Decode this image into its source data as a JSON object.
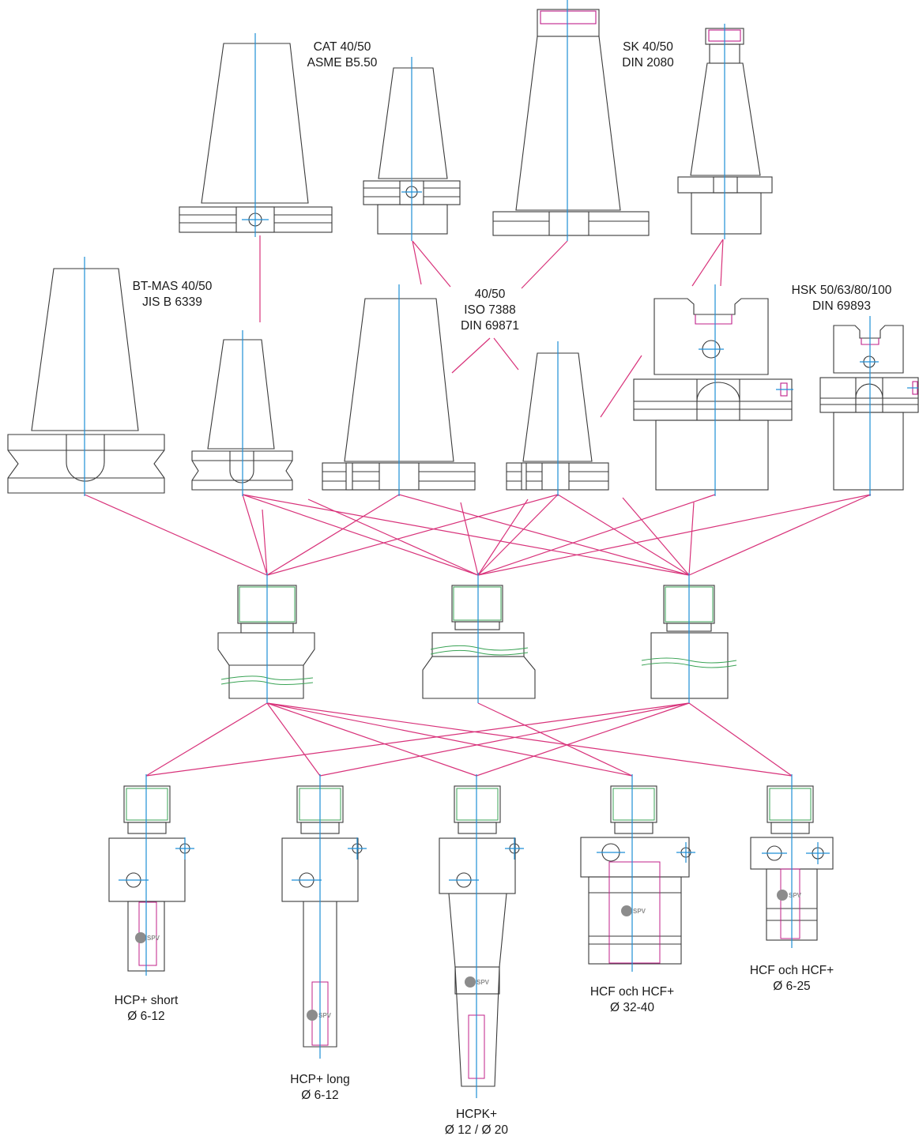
{
  "colors": {
    "outline": "#3a3a3a",
    "axis": "#1f8fd6",
    "link": "#d8327a",
    "thread": "#3aa355",
    "pin": "#c0208a",
    "logo": "#8c8c8c"
  },
  "labels": {
    "cat": {
      "line1": "CAT 40/50",
      "line2": "ASME B5.50"
    },
    "sk": {
      "line1": "SK 40/50",
      "line2": "DIN 2080"
    },
    "btmas": {
      "line1": "BT-MAS 40/50",
      "line2": "JIS B 6339"
    },
    "iso": {
      "line1": "40/50",
      "line2": "ISO 7388",
      "line3": "DIN 69871"
    },
    "hsk": {
      "line1": "HSK 50/63/80/100",
      "line2": "DIN 69893"
    },
    "hcp_short": {
      "line1": "HCP+ short",
      "line2": "Ø 6-12"
    },
    "hcp_long": {
      "line1": "HCP+ long",
      "line2": "Ø 6-12"
    },
    "hcpk": {
      "line1": "HCPK+",
      "line2": "Ø 12 / Ø 20"
    },
    "hcf_large": {
      "line1": "HCF och HCF+",
      "line2": "Ø 32-40"
    },
    "hcf_small": {
      "line1": "HCF och HCF+",
      "line2": "Ø 6-25"
    }
  },
  "logo_text": "SPV"
}
